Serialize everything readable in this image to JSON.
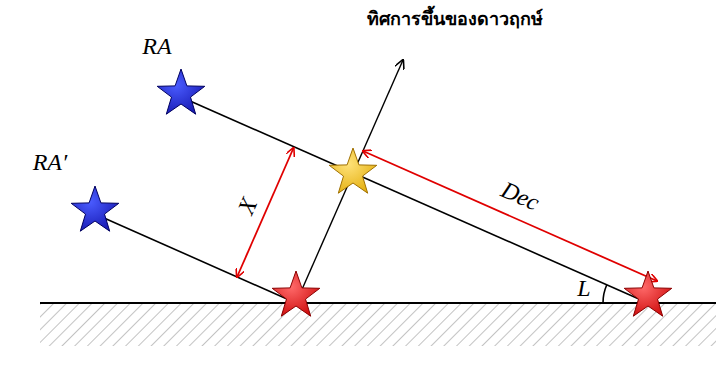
{
  "diagram": {
    "labels": [
      "ทิศการขึ้นของดาวฤกษ์",
      "RA",
      "RA′",
      "X",
      "Dec",
      "L"
    ]
  }
}
